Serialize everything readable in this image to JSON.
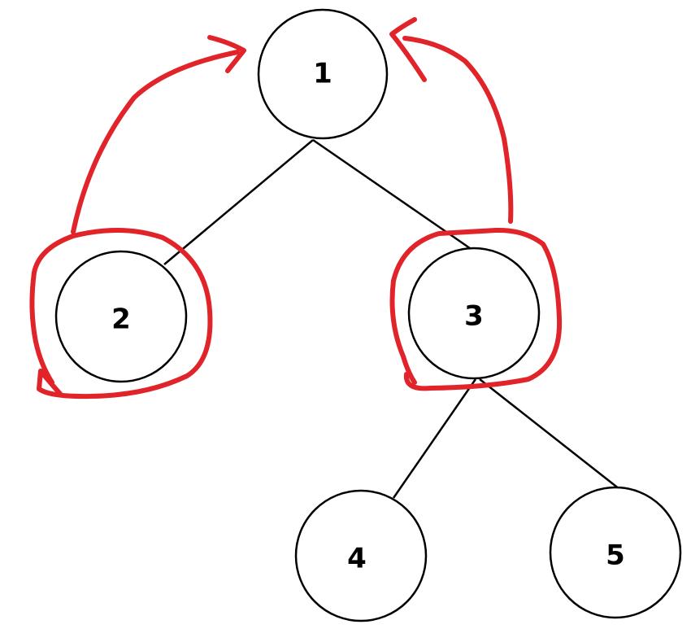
{
  "tree": {
    "nodes": [
      {
        "id": "n1",
        "label": "1"
      },
      {
        "id": "n2",
        "label": "2"
      },
      {
        "id": "n3",
        "label": "3"
      },
      {
        "id": "n4",
        "label": "4"
      },
      {
        "id": "n5",
        "label": "5"
      }
    ],
    "edges": [
      {
        "from": "1",
        "to": "2"
      },
      {
        "from": "1",
        "to": "3"
      },
      {
        "from": "3",
        "to": "4"
      },
      {
        "from": "3",
        "to": "5"
      }
    ]
  },
  "annotations": {
    "highlighted_nodes": [
      "2",
      "3"
    ],
    "arrows": [
      {
        "from": "2",
        "to": "1"
      },
      {
        "from": "3",
        "to": "1"
      }
    ]
  },
  "colors": {
    "node_stroke": "#000000",
    "node_fill": "#ffffff",
    "edge": "#000000",
    "annotation": "#e0242a"
  }
}
